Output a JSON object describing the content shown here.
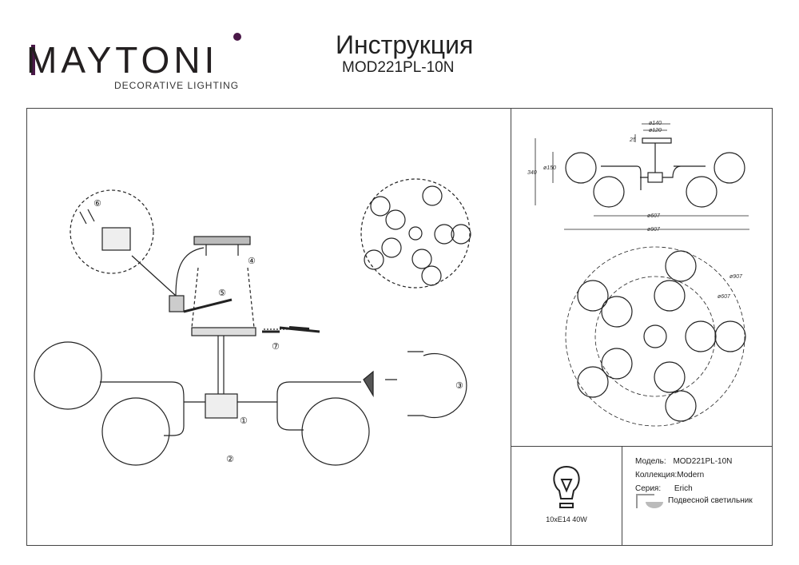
{
  "header": {
    "brand": "MAYTONI",
    "tagline": "DECORATIVE LIGHTING",
    "title": "Инструкция",
    "model": "MOD221PL-10N"
  },
  "dimensions": {
    "canopy_outer": "ø140",
    "canopy_inner": "ø120",
    "canopy_height": "25",
    "height": "340",
    "globe": "ø150",
    "inner_span": "ø607",
    "outer_span": "ø907",
    "top_outer": "ø907",
    "top_inner": "ø607"
  },
  "steps": [
    "①",
    "②",
    "③",
    "④",
    "⑤",
    "⑥",
    "⑦"
  ],
  "lamp": {
    "spec": "10xE14 40W",
    "icon": "bulb-icon"
  },
  "specs": {
    "model_label": "Модель:",
    "model_value": "MOD221PL-10N",
    "collection_label": "Коллекция:",
    "collection_value": "Modern",
    "series_label": "Серия:",
    "series_value": "Erich",
    "type": "Подвесной светильник",
    "type_icon": "pendant-lamp-icon"
  }
}
